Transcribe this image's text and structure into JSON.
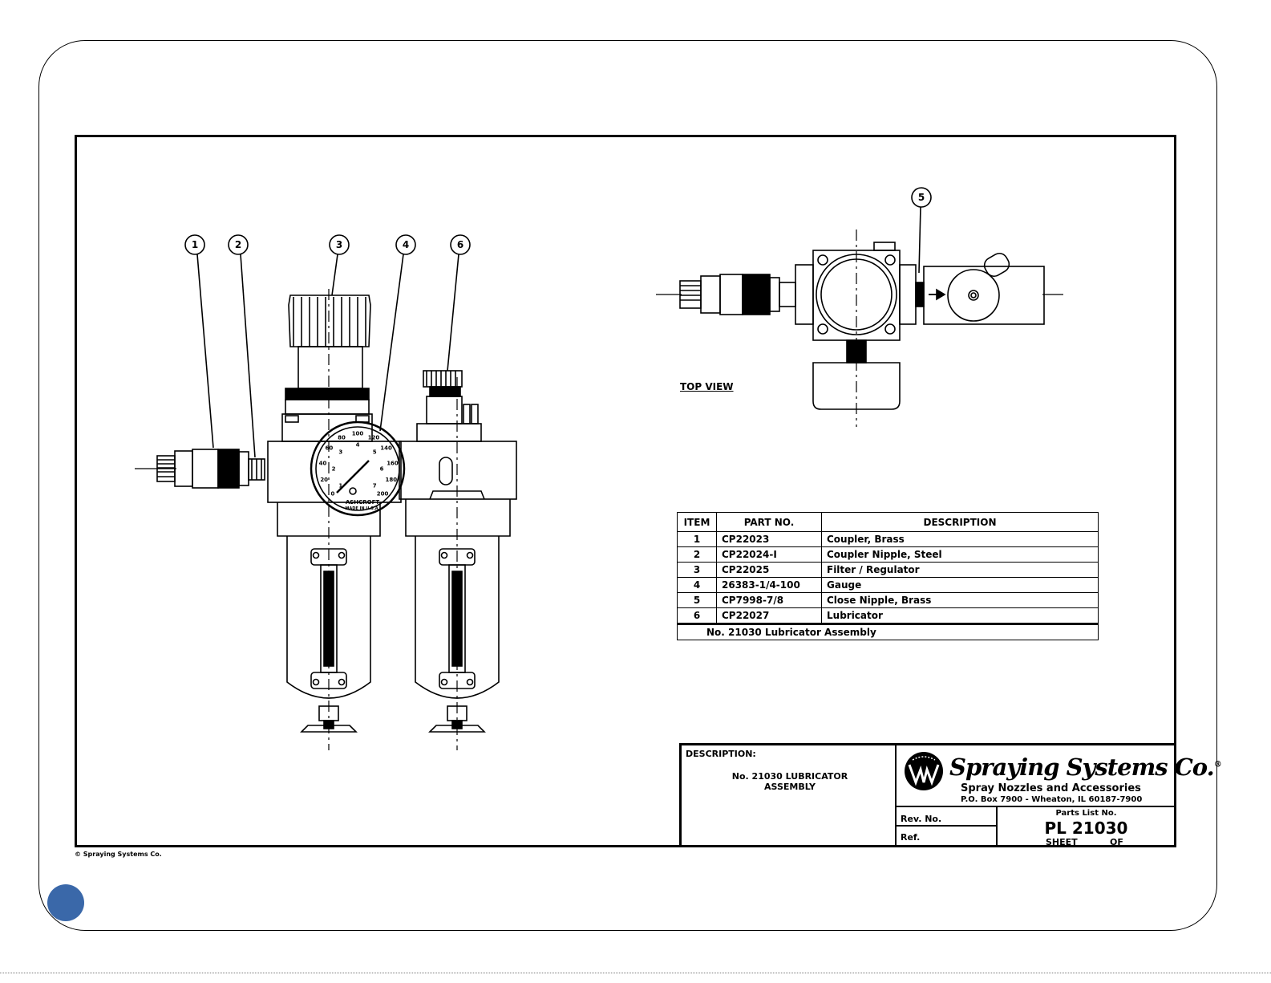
{
  "callouts": [
    "1",
    "2",
    "3",
    "4",
    "6",
    "5"
  ],
  "gauge": {
    "brand": "ASHCROFT",
    "origin": "MADE IN U.S.A.",
    "outer_scale": [
      "0",
      "20",
      "40",
      "60",
      "80",
      "100",
      "120",
      "140",
      "160",
      "180",
      "200"
    ],
    "inner_scale": [
      "1",
      "2",
      "3",
      "4",
      "5",
      "6",
      "7"
    ]
  },
  "top_view_label": "TOP VIEW",
  "parts_table": {
    "headers": {
      "item": "ITEM",
      "part": "PART NO.",
      "desc": "DESCRIPTION"
    },
    "rows": [
      {
        "item": "1",
        "part": "CP22023",
        "desc": "Coupler, Brass"
      },
      {
        "item": "2",
        "part": "CP22024-I",
        "desc": "Coupler Nipple, Steel"
      },
      {
        "item": "3",
        "part": "CP22025",
        "desc": "Filter / Regulator"
      },
      {
        "item": "4",
        "part": "26383-1/4-100",
        "desc": "Gauge"
      },
      {
        "item": "5",
        "part": "CP7998-7/8",
        "desc": "Close Nipple, Brass"
      },
      {
        "item": "6",
        "part": "CP22027",
        "desc": "Lubricator"
      }
    ],
    "assembly": "No. 21030 Lubricator Assembly"
  },
  "title_block": {
    "description_label": "DESCRIPTION:",
    "description_line1": "No. 21030 LUBRICATOR",
    "description_line2": "ASSEMBLY",
    "company": "Spraying Systems Co.",
    "registered": "®",
    "tagline": "Spray Nozzles and Accessories",
    "address": "P.O. Box 7900 - Wheaton, IL 60187-7900",
    "rev_label": "Rev. No.",
    "ref_label": "Ref.",
    "parts_list_label": "Parts List No.",
    "parts_list_no": "PL 21030",
    "sheet_label": "SHEET",
    "of_label": "OF"
  },
  "copyright": "© Spraying Systems Co."
}
